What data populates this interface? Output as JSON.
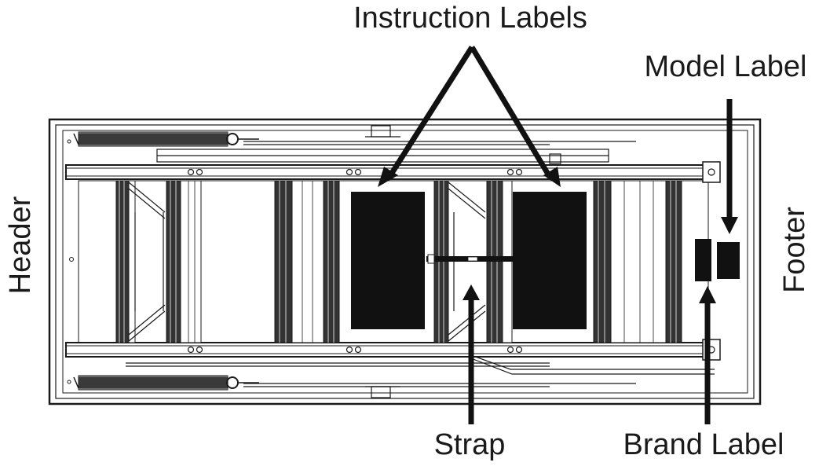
{
  "labels": {
    "instruction": "Instruction Labels",
    "model": "Model Label",
    "header": "Header",
    "footer": "Footer",
    "strap": "Strap",
    "brand": "Brand Label"
  },
  "colors": {
    "ink": "#1a1a1a",
    "label_fill": "#111111",
    "paper": "#ffffff"
  }
}
